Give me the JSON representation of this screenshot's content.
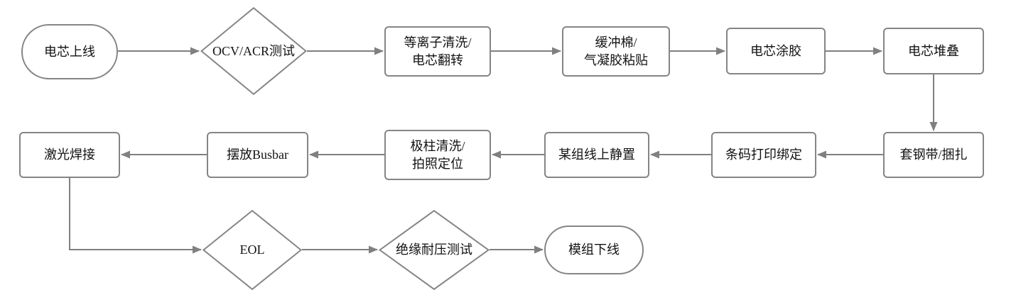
{
  "diagram": {
    "description": "battery module assembly process flowchart",
    "colors": {
      "background": "#ffffff",
      "shape_border": "#858585",
      "arrow": "#808080",
      "text": "#121212"
    }
  },
  "nodes": [
    {
      "id": "cell-online",
      "type": "terminator",
      "label": "电芯上线"
    },
    {
      "id": "ocv-acr-test",
      "type": "decision",
      "label": "OCV/ACR测试"
    },
    {
      "id": "plasma-clean-cell-flip",
      "type": "process",
      "label": "等离子清洗/\n电芯翻转"
    },
    {
      "id": "buffer-foam-aerogel",
      "type": "process",
      "label": "缓冲棉/\n气凝胶粘贴"
    },
    {
      "id": "cell-gluing",
      "type": "process",
      "label": "电芯涂胶"
    },
    {
      "id": "cell-stacking",
      "type": "process",
      "label": "电芯堆叠"
    },
    {
      "id": "steel-strap-bundling",
      "type": "process",
      "label": "套钢带/捆扎"
    },
    {
      "id": "barcode-print-binding",
      "type": "process",
      "label": "条码打印绑定"
    },
    {
      "id": "module-line-resting",
      "type": "process",
      "label": "某组线上静置"
    },
    {
      "id": "pole-clean-photo-locate",
      "type": "process",
      "label": "极柱清洗/\n拍照定位"
    },
    {
      "id": "place-busbar",
      "type": "process",
      "label": "摆放Busbar"
    },
    {
      "id": "laser-welding",
      "type": "process",
      "label": "激光焊接"
    },
    {
      "id": "eol",
      "type": "decision",
      "label": "EOL"
    },
    {
      "id": "insulation-hipot-test",
      "type": "decision",
      "label": "绝缘耐压测试"
    },
    {
      "id": "module-offline",
      "type": "terminator",
      "label": "模组下线"
    }
  ],
  "edges": [
    {
      "from": "cell-online",
      "to": "ocv-acr-test"
    },
    {
      "from": "ocv-acr-test",
      "to": "plasma-clean-cell-flip"
    },
    {
      "from": "plasma-clean-cell-flip",
      "to": "buffer-foam-aerogel"
    },
    {
      "from": "buffer-foam-aerogel",
      "to": "cell-gluing"
    },
    {
      "from": "cell-gluing",
      "to": "cell-stacking"
    },
    {
      "from": "cell-stacking",
      "to": "steel-strap-bundling"
    },
    {
      "from": "steel-strap-bundling",
      "to": "barcode-print-binding"
    },
    {
      "from": "barcode-print-binding",
      "to": "module-line-resting"
    },
    {
      "from": "module-line-resting",
      "to": "pole-clean-photo-locate"
    },
    {
      "from": "pole-clean-photo-locate",
      "to": "place-busbar"
    },
    {
      "from": "place-busbar",
      "to": "laser-welding"
    },
    {
      "from": "laser-welding",
      "to": "eol"
    },
    {
      "from": "eol",
      "to": "insulation-hipot-test"
    },
    {
      "from": "insulation-hipot-test",
      "to": "module-offline"
    }
  ]
}
